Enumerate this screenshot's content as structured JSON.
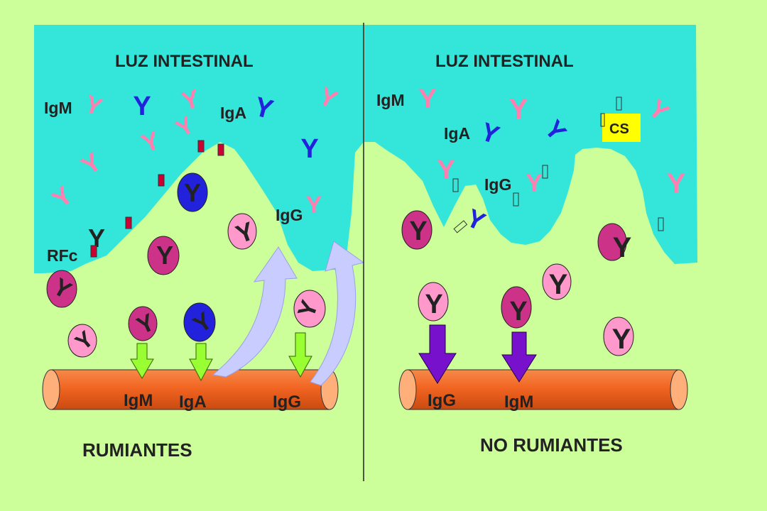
{
  "colors": {
    "background": "#ccff99",
    "lumen": "#33e6d9",
    "vessel": "#f26522",
    "vessel_end": "#ffb07a",
    "igm_pink": "#ff80b0",
    "iga_blue": "#2222dd",
    "igg_magenta": "#cc3388",
    "arrow_green": "#99ff33",
    "arrow_purple": "#7711cc",
    "transport_arrow": "#c8ccff",
    "cs_box": "#ffff00",
    "receptor": "#cc0033"
  },
  "left": {
    "lumen_title": "LUZ INTESTINAL",
    "label_igm": "IgM",
    "label_iga": "IgA",
    "label_igg": "IgG",
    "label_rfc": "RFc",
    "vessel_igm": "IgM",
    "vessel_iga": "IgA",
    "vessel_igg": "IgG",
    "caption": "RUMIANTES"
  },
  "right": {
    "lumen_title": "LUZ INTESTINAL",
    "label_igm": "IgM",
    "label_iga": "IgA",
    "label_igg": "IgG",
    "cs_label": "CS",
    "vessel_igg": "IgG",
    "vessel_igm": "IgM",
    "caption": "NO RUMIANTES"
  },
  "glyph": "Y"
}
